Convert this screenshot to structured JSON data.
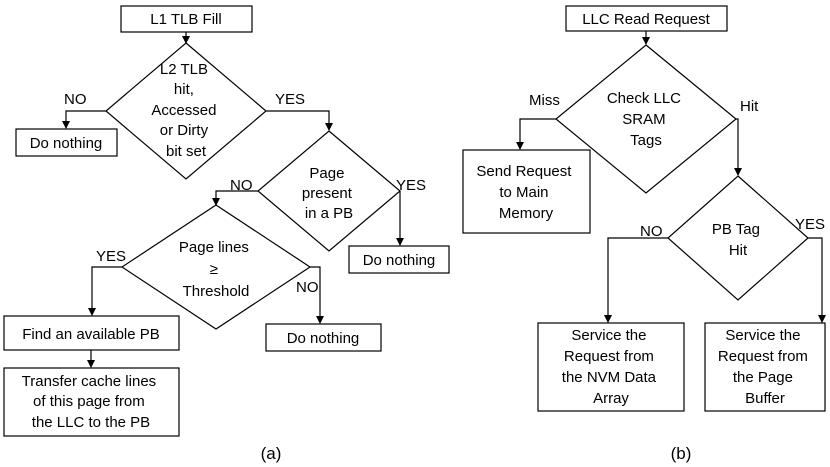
{
  "panel_a": {
    "start": "L1 TLB Fill",
    "decision_l2": [
      "L2 TLB",
      "hit,",
      "Accessed",
      "or Dirty",
      "bit set"
    ],
    "no_label_1": "NO",
    "yes_label_1": "YES",
    "do_nothing_1": "Do nothing",
    "decision_page_pb": [
      "Page",
      "present",
      "in a PB"
    ],
    "no_label_2": "NO",
    "yes_label_2": "YES",
    "do_nothing_2": "Do nothing",
    "decision_threshold": [
      "Page lines",
      "≥",
      "Threshold"
    ],
    "yes_label_3": "YES",
    "no_label_3": "NO",
    "do_nothing_3": "Do nothing",
    "find_pb": "Find an available PB",
    "transfer": [
      "Transfer cache lines",
      "of this page from",
      "the LLC to the PB"
    ],
    "caption": "(a)"
  },
  "panel_b": {
    "start": "LLC Read Request",
    "decision_llc": [
      "Check LLC",
      "SRAM",
      "Tags"
    ],
    "miss_label": "Miss",
    "hit_label": "Hit",
    "send_request": [
      "Send Request",
      "to Main",
      "Memory"
    ],
    "decision_pb": [
      "PB Tag",
      "Hit"
    ],
    "no_label": "NO",
    "yes_label": "YES",
    "service_nvm": [
      "Service the",
      "Request from",
      "the NVM Data",
      "Array"
    ],
    "service_page": [
      "Service the",
      "Request from",
      "the Page",
      "Buffer"
    ],
    "caption": "(b)"
  }
}
